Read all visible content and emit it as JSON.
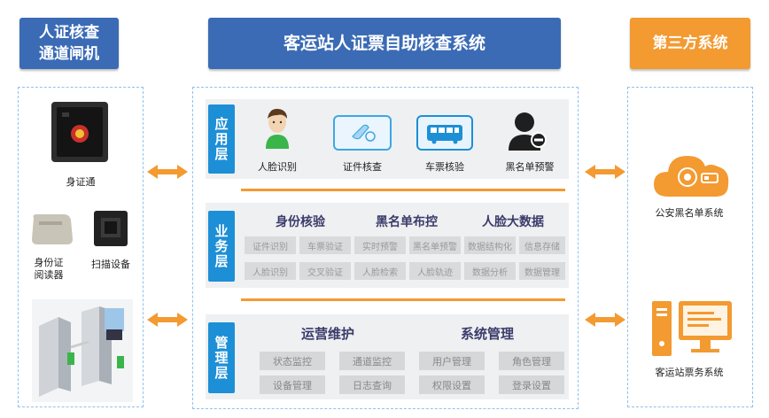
{
  "left_header": "人证核查\n通道闸机",
  "center_header": "客运站人证票自助核查系统",
  "right_header": "第三方系统",
  "left_items": {
    "device1": "身证通",
    "device2": "身份证\n阅读器",
    "device3": "扫描设备"
  },
  "layers": {
    "app": {
      "tag": "应用层",
      "icons": [
        "人脸识别",
        "证件核查",
        "车票核验",
        "黑名单预警"
      ]
    },
    "business": {
      "tag": "业务层",
      "categories": [
        "身份核验",
        "黑名单布控",
        "人脸大数据"
      ],
      "row1": [
        "证件识别",
        "车票验证",
        "实时预警",
        "黑名单预警",
        "数据结构化",
        "信息存储"
      ],
      "row2": [
        "人脸识别",
        "交叉验证",
        "人脸检索",
        "人脸轨迹",
        "数据分析",
        "数据管理"
      ]
    },
    "management": {
      "tag": "管理层",
      "categories": [
        "运营维护",
        "系统管理"
      ],
      "row1": [
        "状态监控",
        "通道监控",
        "用户管理",
        "角色管理"
      ],
      "row2": [
        "设备管理",
        "日志查询",
        "权限设置",
        "登录设置"
      ]
    }
  },
  "right_items": {
    "police": "公安黑名单系统",
    "ticket": "客运站票务系统"
  },
  "colors": {
    "header_blue": "#3b6bb5",
    "header_orange": "#f39a31",
    "layer_blue": "#1d8fd6",
    "arrow_orange": "#f39a31"
  }
}
